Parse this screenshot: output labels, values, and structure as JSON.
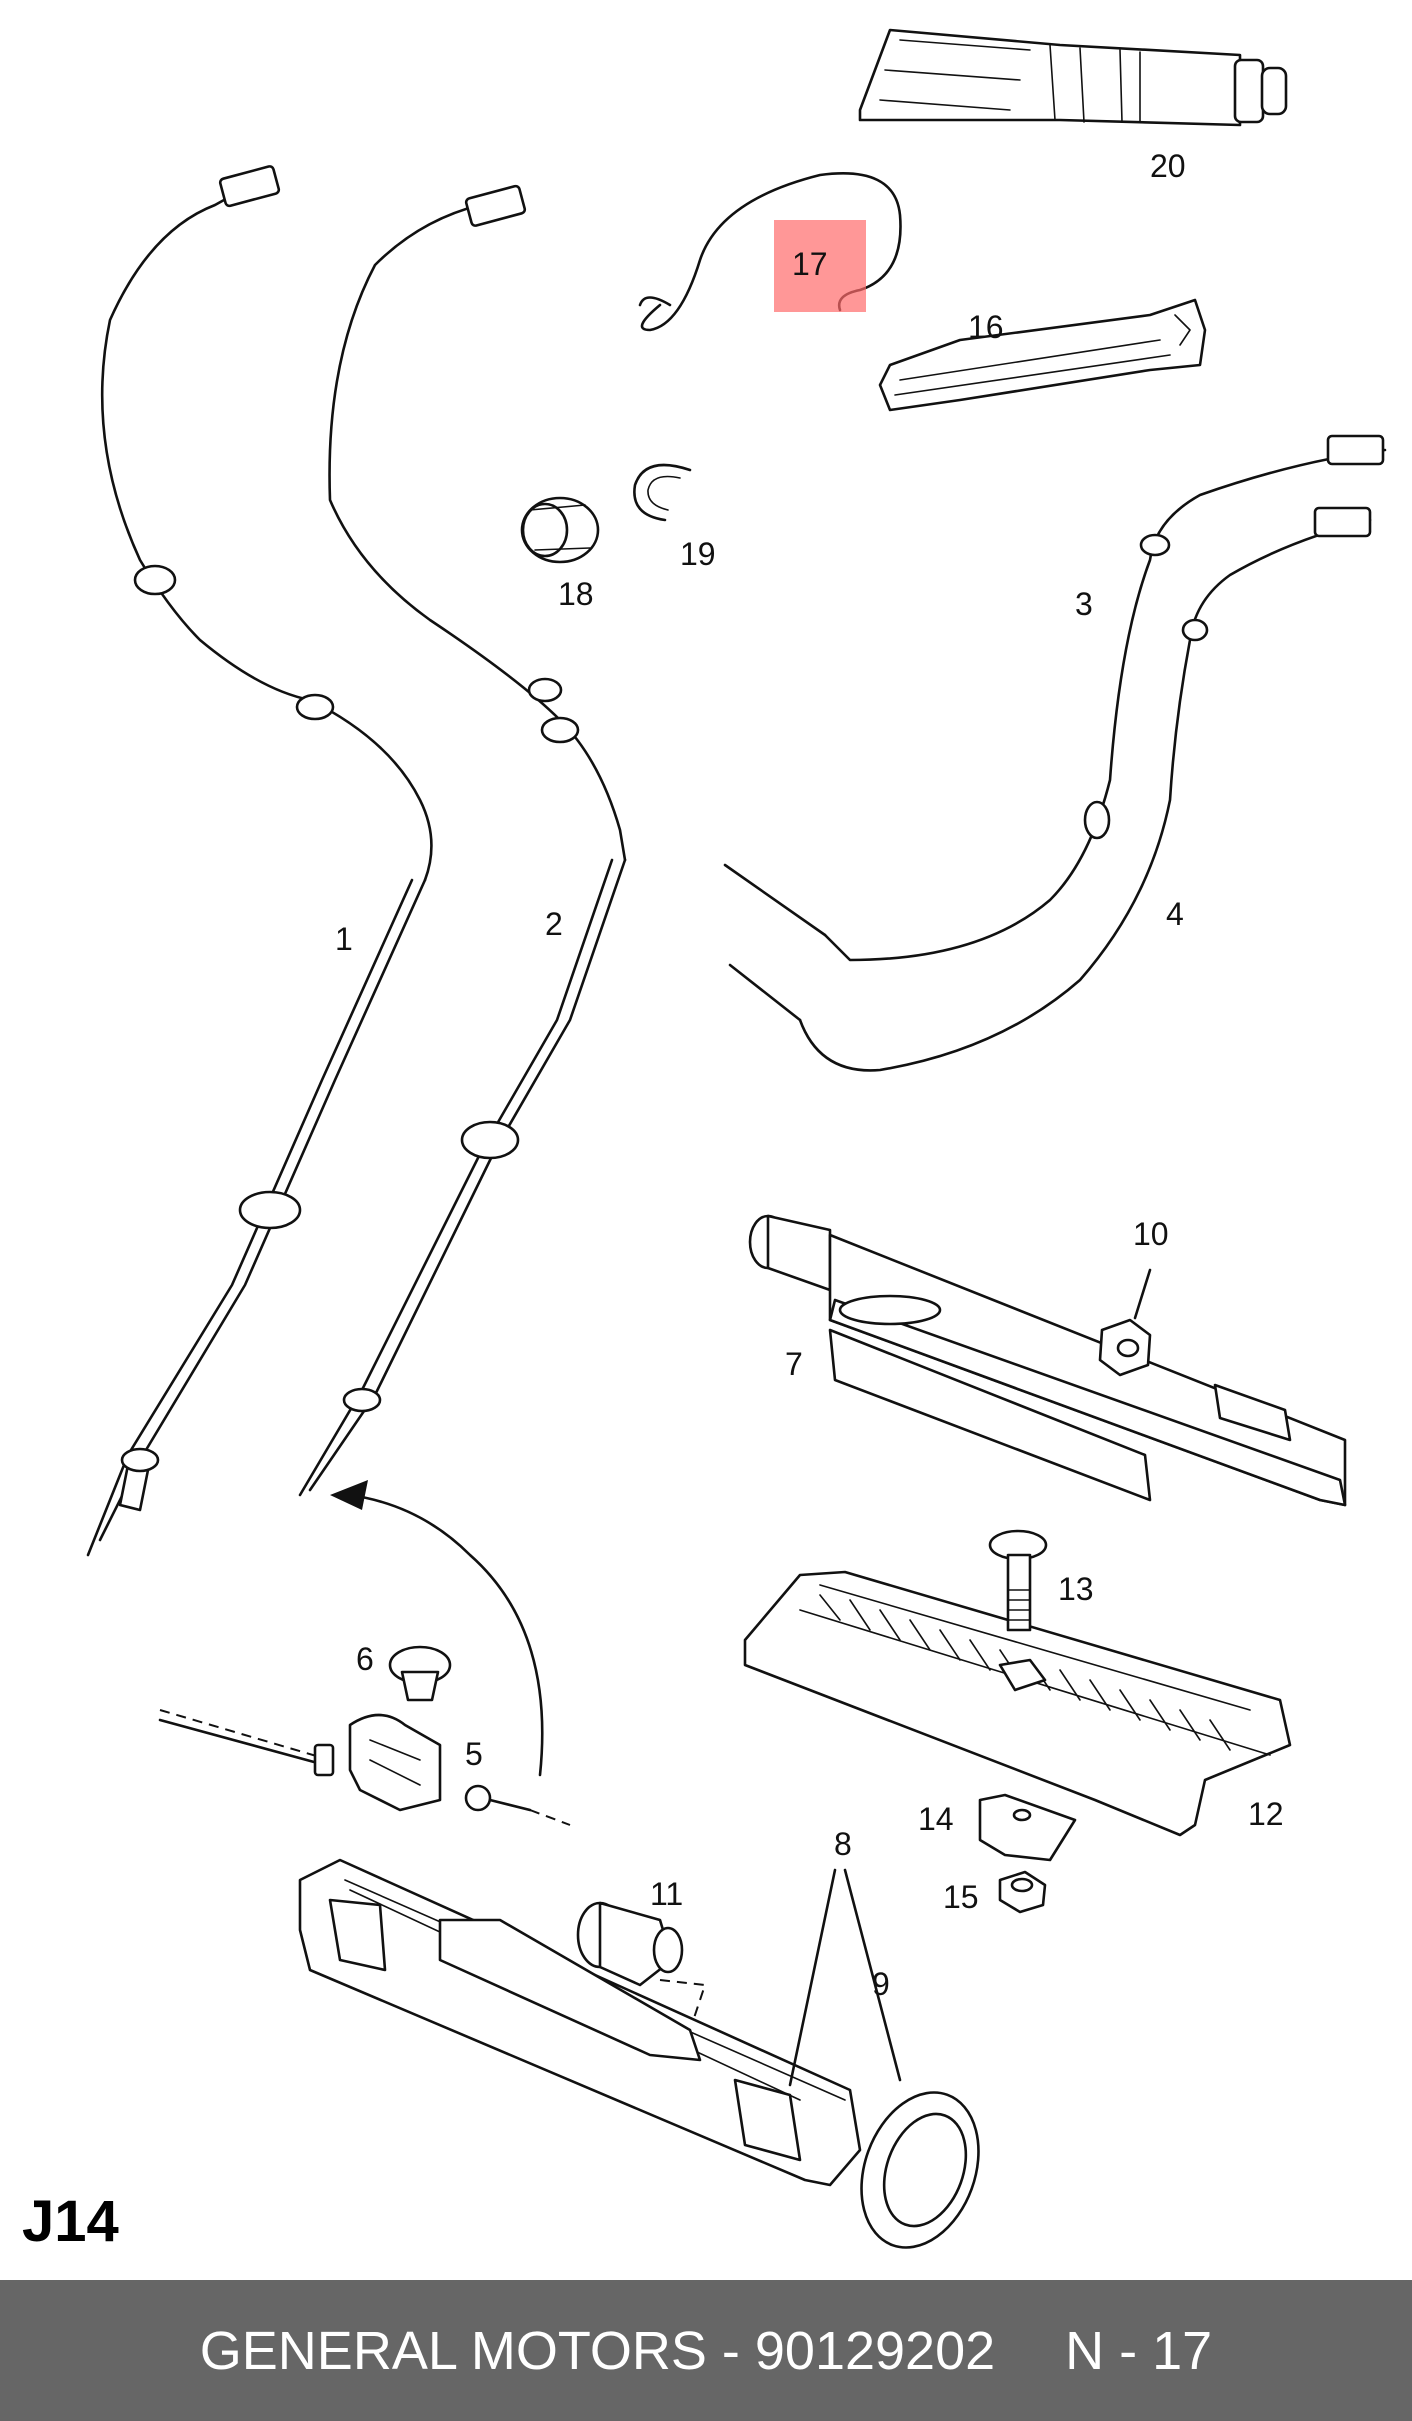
{
  "part_labels": {
    "p1": "1",
    "p2": "2",
    "p3": "3",
    "p4": "4",
    "p5": "5",
    "p6": "6",
    "p7": "7",
    "p8": "8",
    "p9": "9",
    "p10": "10",
    "p11": "11",
    "p12": "12",
    "p13": "13",
    "p14": "14",
    "p15": "15",
    "p16": "16",
    "p17": "17",
    "p18": "18",
    "p19": "19",
    "p20": "20"
  },
  "highlight": {
    "part": "17",
    "color": "#ff6b6b"
  },
  "page_label": "J14",
  "footer": {
    "manufacturer": "GENERAL MOTORS",
    "separator": " - ",
    "part_number": "90129202",
    "position_label": "N - 17",
    "background": "#666666"
  }
}
